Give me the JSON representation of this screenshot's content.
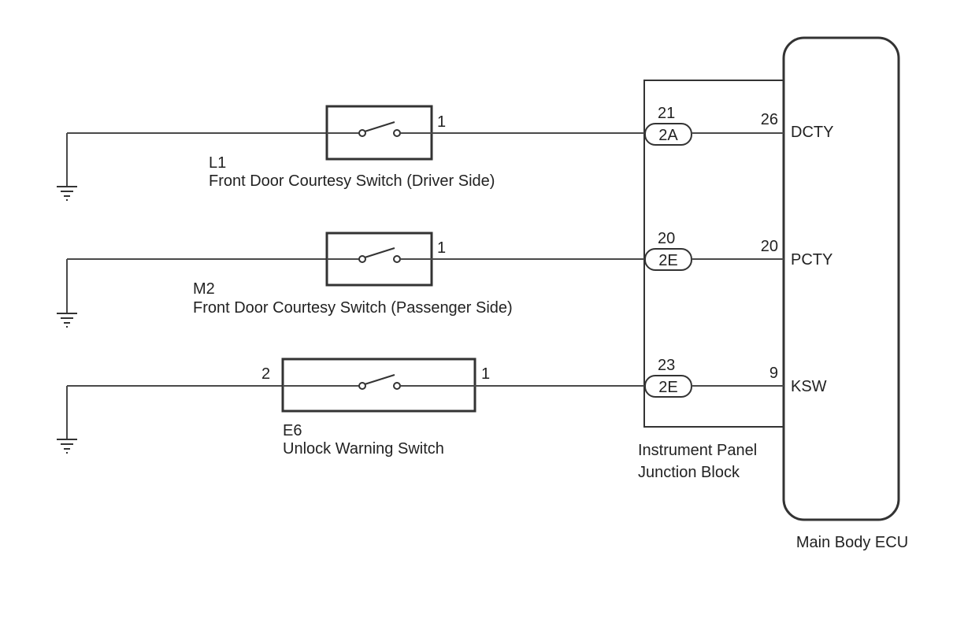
{
  "diagram": {
    "ecu": {
      "label": "Main Body ECU",
      "terminals": [
        {
          "pin": "26",
          "name": "DCTY"
        },
        {
          "pin": "20",
          "name": "PCTY"
        },
        {
          "pin": "9",
          "name": "KSW"
        }
      ]
    },
    "junction_block": {
      "label_line1": "Instrument Panel",
      "label_line2": "Junction Block",
      "connectors": [
        {
          "pin": "21",
          "connector": "2A"
        },
        {
          "pin": "20",
          "connector": "2E"
        },
        {
          "pin": "23",
          "connector": "2E"
        }
      ]
    },
    "switches": [
      {
        "code": "L1",
        "name": "Front Door Courtesy Switch (Driver Side)",
        "pin_right": "1"
      },
      {
        "code": "M2",
        "name": "Front Door Courtesy Switch (Passenger Side)",
        "pin_right": "1"
      },
      {
        "code": "E6",
        "name": "Unlock Warning Switch",
        "pin_left": "2",
        "pin_right": "1"
      }
    ]
  }
}
